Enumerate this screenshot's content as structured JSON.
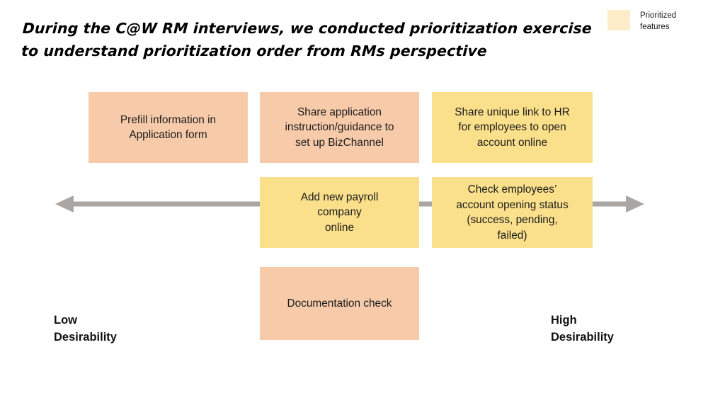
{
  "title": {
    "line1": "During the C@W RM interviews, we conducted prioritization exercise",
    "line2": "to understand prioritization order from RMs perspective"
  },
  "legend": {
    "swatch_color": "#fdecc8",
    "label": "Prioritized features"
  },
  "axis": {
    "left_label": "Low\nDesirability",
    "right_label": "High\nDesirability",
    "arrow_color": "#a9a6a3",
    "direction": "double"
  },
  "colors": {
    "peach": "#f7cbaa",
    "yellow": "#fbe08b",
    "text": "#1a1a1a",
    "background": "#ffffff"
  },
  "cards": {
    "prefill": {
      "label": "Prefill information in\nApplication form",
      "color": "#f7cbaa",
      "prioritized": false
    },
    "share_instruction": {
      "label": "Share application\ninstruction/guidance to\nset up BizChannel",
      "color": "#f7cbaa",
      "prioritized": false
    },
    "share_link": {
      "label": "Share unique link to HR\nfor employees to open\naccount online",
      "color": "#fbe08b",
      "prioritized": true
    },
    "add_payroll": {
      "label": "Add new payroll\ncompany\nonline",
      "color": "#fbe08b",
      "prioritized": true
    },
    "check_status": {
      "label": "Check employees’\naccount opening status\n(success, pending,\nfailed)",
      "color": "#fbe08b",
      "prioritized": true
    },
    "documentation": {
      "label": "Documentation check",
      "color": "#f7cbaa",
      "prioritized": false
    }
  }
}
